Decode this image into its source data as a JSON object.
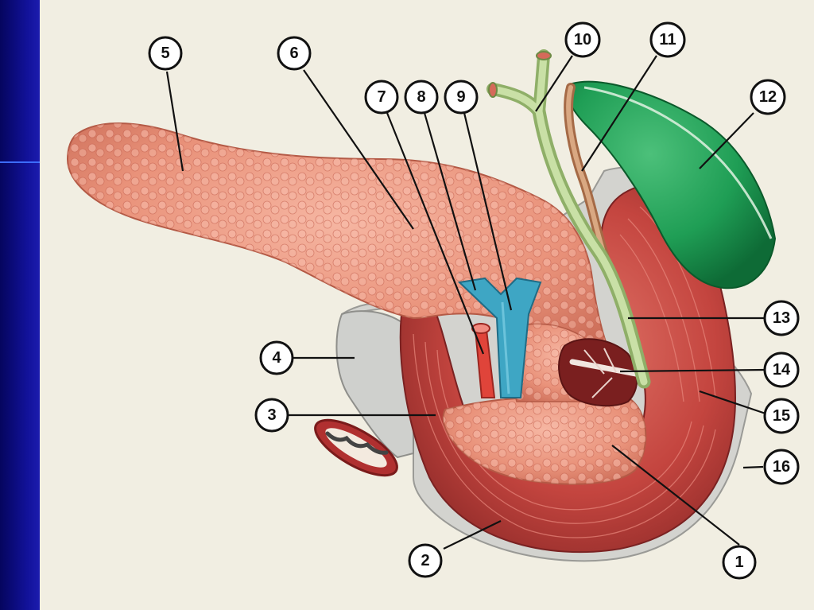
{
  "labels": [
    "1",
    "2",
    "3",
    "4",
    "5",
    "6",
    "7",
    "8",
    "9",
    "10",
    "11",
    "12",
    "13",
    "14",
    "15",
    "16"
  ],
  "colors": {
    "pancreas": "#e9927a",
    "pancreas_dark": "#c96a55",
    "duodenum": "#c4453f",
    "duodenum_dark": "#8e2a28",
    "gallbladder": "#1f9e55",
    "bile_duct": "#b9d694",
    "vein": "#3ea6c4",
    "artery": "#e0443a",
    "peritoneum": "#cfd0cd",
    "background": "#f1eee2",
    "slide_bar": "#0a0a7a"
  }
}
